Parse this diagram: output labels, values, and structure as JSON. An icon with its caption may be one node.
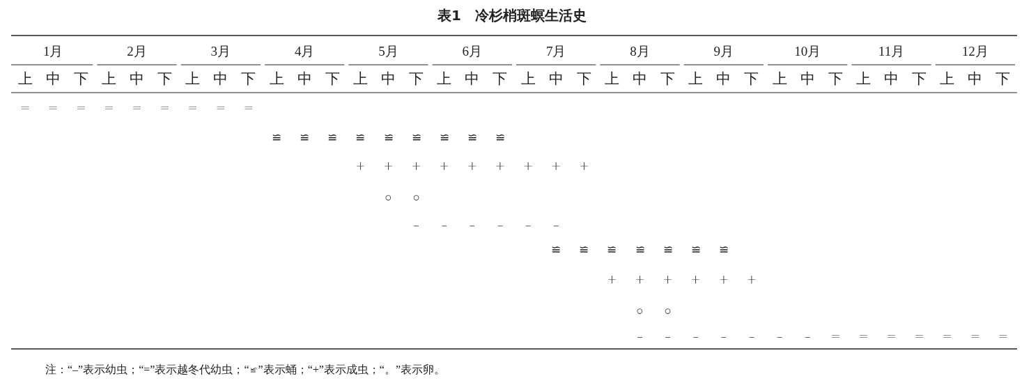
{
  "diagram": {
    "title": "表1　冷杉梢斑螟生活史",
    "caption": "注：“–”表示幼虫；“=”表示越冬代幼虫；“≌”表示蛹；“+”表示成虫；“。”表示卵。",
    "labels": [
      "1月",
      "2月",
      "3月",
      "4月",
      "5月",
      "6月",
      "7月",
      "8月",
      "9月",
      "10月",
      "11月",
      "12月",
      "上",
      "中",
      "下",
      "上",
      "中",
      "下",
      "上",
      "中",
      "下",
      "上",
      "中",
      "下",
      "上",
      "中",
      "下",
      "上",
      "中",
      "下",
      "上",
      "中",
      "下",
      "上",
      "中",
      "下",
      "上",
      "中",
      "下",
      "上",
      "中",
      "下",
      "上",
      "中",
      "下",
      "上",
      "中",
      "下",
      "=",
      "=",
      "=",
      "=",
      "=",
      "=",
      "=",
      "=",
      "=",
      "≌",
      "≌",
      "≌",
      "≌",
      "≌",
      "≌",
      "≌",
      "≌",
      "≌",
      "+",
      "+",
      "+",
      "+",
      "+",
      "+",
      "+",
      "+",
      "+",
      "○",
      "○",
      "–",
      "–",
      "–",
      "–",
      "–",
      "–",
      "≌",
      "≌",
      "≌",
      "≌",
      "≌",
      "≌",
      "≌",
      "+",
      "+",
      "+",
      "+",
      "+",
      "+",
      "○",
      "○",
      "–",
      "–",
      "–",
      "–",
      "–",
      "–",
      "–",
      "=",
      "=",
      "=",
      "=",
      "=",
      "=",
      "="
    ]
  }
}
